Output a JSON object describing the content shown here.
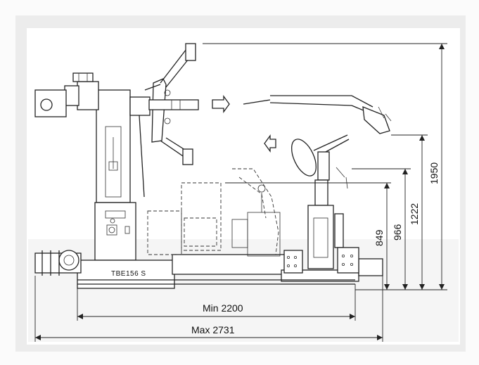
{
  "machine_label": "TBE156 S",
  "dimensions": {
    "min_width": "Min  2200",
    "max_width": "Max  2731",
    "height_1950": "1950",
    "height_1222": "1222",
    "height_966": "966",
    "height_849": "849"
  }
}
